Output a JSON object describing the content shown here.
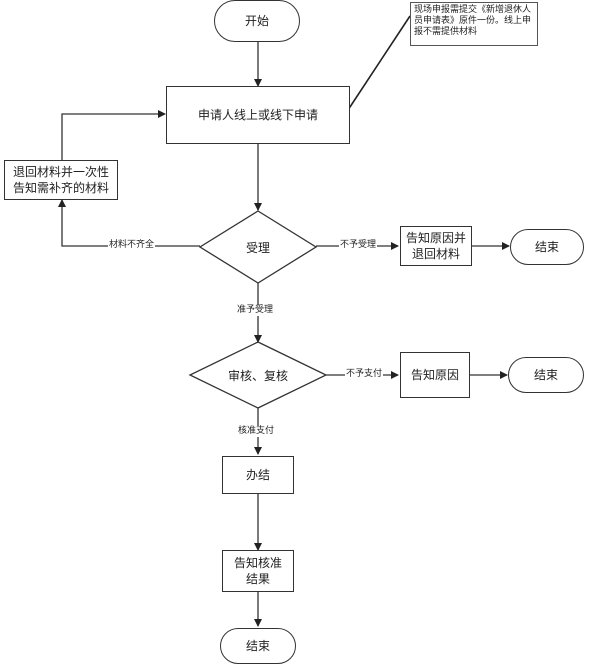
{
  "nodes": {
    "start": "开始",
    "apply": "申请人线上或线下申请",
    "return_materials": "退回材料并一次性告知需补齐的材料",
    "accept": "受理",
    "notify_return": "告知原因并退回材料",
    "end_reject": "结束",
    "review": "审核、复核",
    "notify_reason": "告知原因",
    "end_nopay": "结束",
    "complete": "办结",
    "notify_result": "告知核准结果",
    "end_final": "结束"
  },
  "note": "现场申报需提交《新增退休人员申请表》原件一份。线上申报不需提供材料",
  "edge_labels": {
    "incomplete": "材料不齐全",
    "reject": "不予受理",
    "approve_accept": "准予受理",
    "no_pay": "不予支付",
    "approve_pay": "核准支付"
  }
}
